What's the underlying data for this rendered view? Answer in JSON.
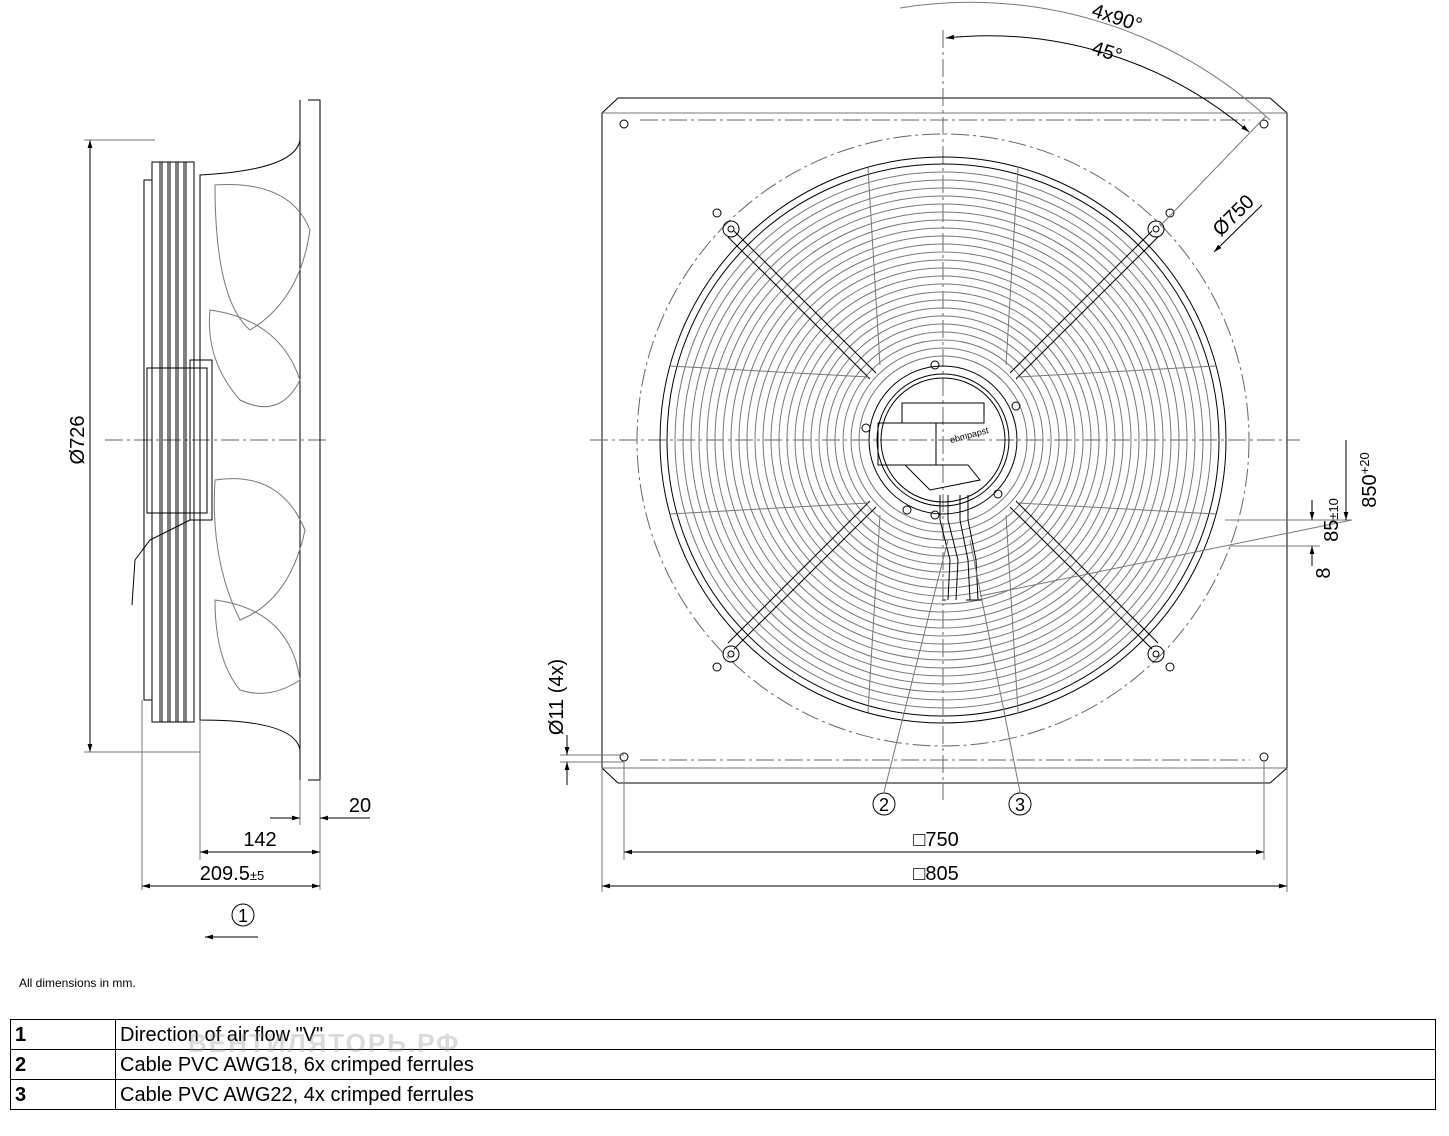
{
  "dimensions": {
    "d726": "Ø726",
    "d750": "Ø750",
    "angle_4x90": "4x90°",
    "angle_45": "45°",
    "w20": "20",
    "w142": "142",
    "w209": "209.5",
    "w209_tol": "±5",
    "sq750": "□750",
    "sq805": "□805",
    "c850": "850",
    "c850_tol": "+20",
    "c85": "85",
    "c85_tol": "±10",
    "c8": "8",
    "hole": "Ø11 (4x)"
  },
  "callouts": [
    "1",
    "2",
    "3"
  ],
  "label_plate": "ebmpapst",
  "note": "All dimensions in mm.",
  "legend": [
    {
      "num": "1",
      "text": "Direction of air flow \"V\""
    },
    {
      "num": "2",
      "text": "Cable PVC AWG18, 6x crimped ferrules"
    },
    {
      "num": "3",
      "text": "Cable PVC AWG22, 4x crimped ferrules"
    }
  ],
  "watermark": "ВЕНТИЛЯТОРЬ.РФ"
}
